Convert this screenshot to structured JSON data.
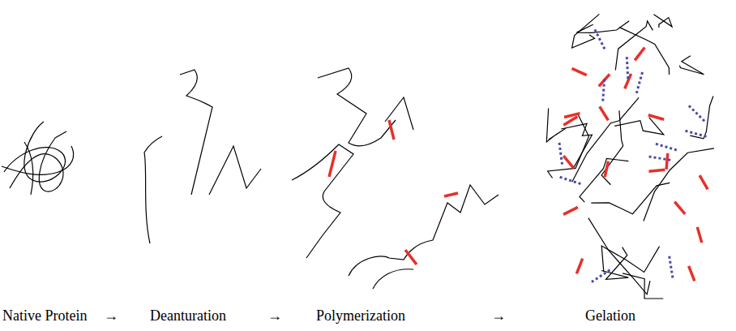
{
  "diagram": {
    "labels": [
      "Native Protein",
      "→",
      "Deanturation",
      "→",
      "Polymerization",
      "→",
      "Gelation"
    ]
  }
}
